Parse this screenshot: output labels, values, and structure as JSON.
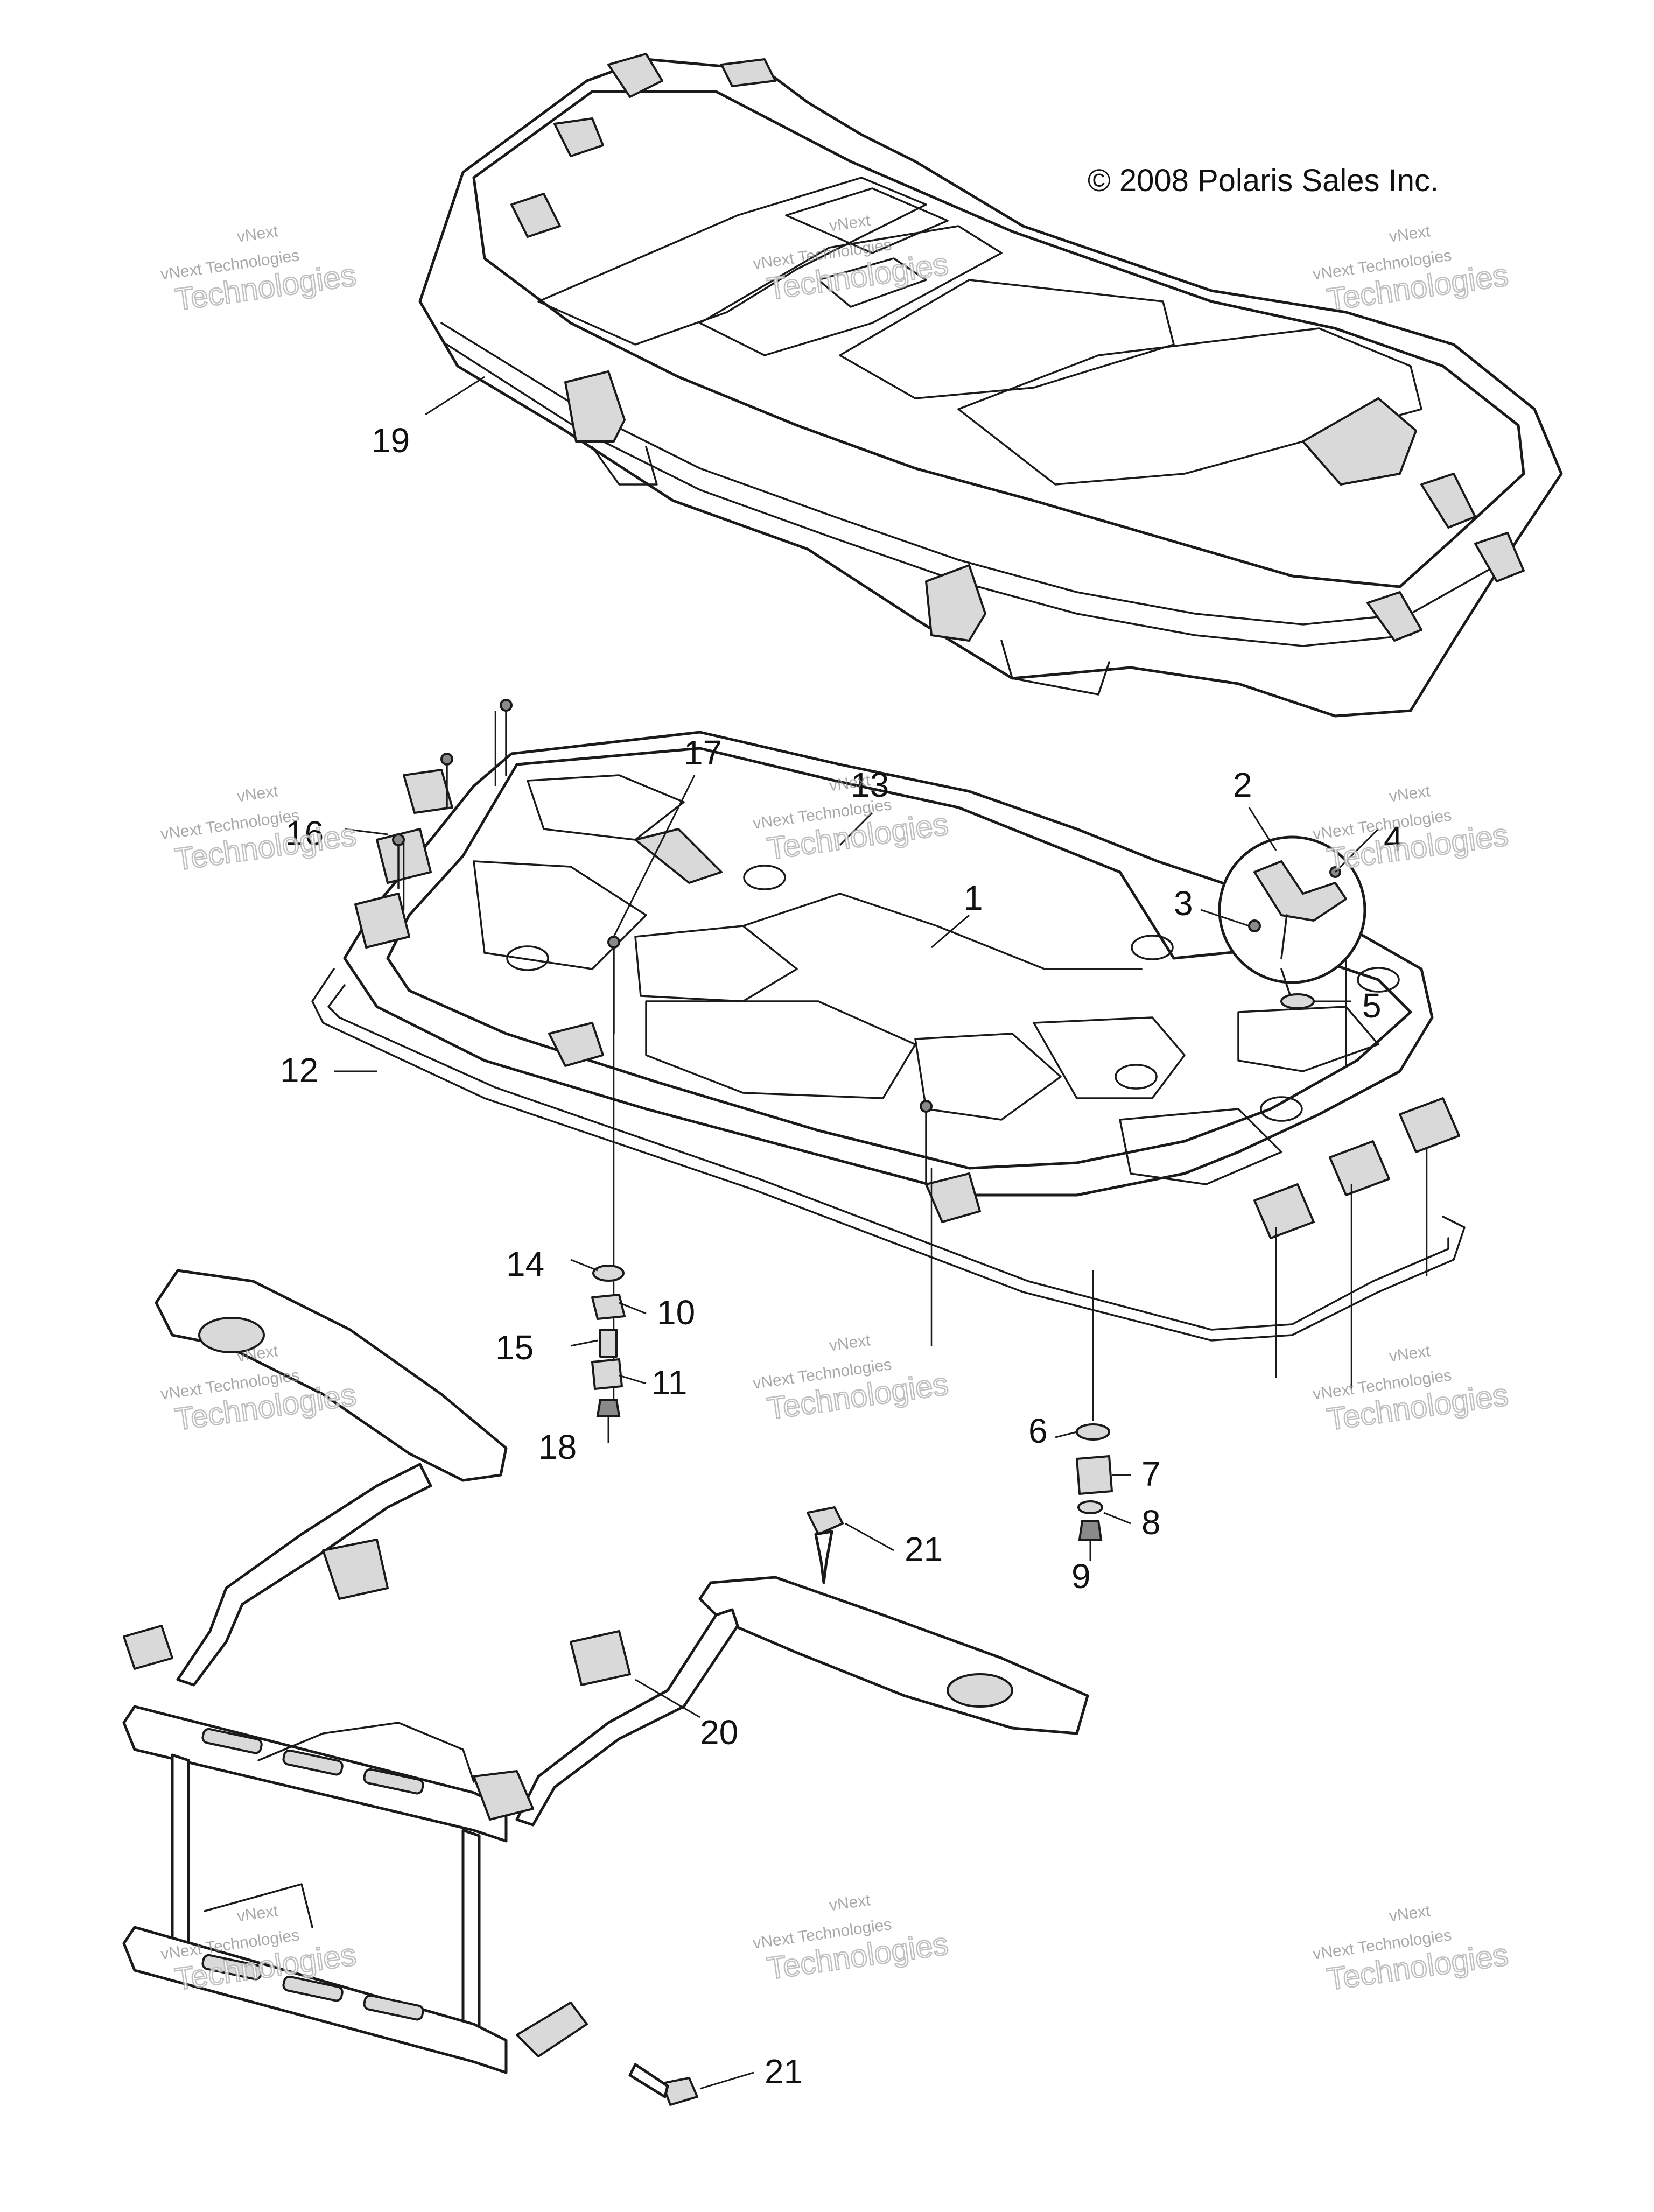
{
  "copyright": "© 2008 Polaris Sales Inc.",
  "watermark": {
    "line_small_a": "vNext",
    "line_small_b": "vNext Technologies",
    "line_big": "Technologies"
  },
  "callouts": {
    "c1": "1",
    "c2": "2",
    "c3": "3",
    "c4": "4",
    "c5": "5",
    "c6": "6",
    "c7": "7",
    "c8": "8",
    "c9": "9",
    "c10": "10",
    "c11": "11",
    "c12": "12",
    "c13": "13",
    "c14": "14",
    "c15": "15",
    "c16": "16",
    "c17": "17",
    "c18": "18",
    "c19": "19",
    "c20": "20",
    "c21a": "21",
    "c21b": "21"
  }
}
